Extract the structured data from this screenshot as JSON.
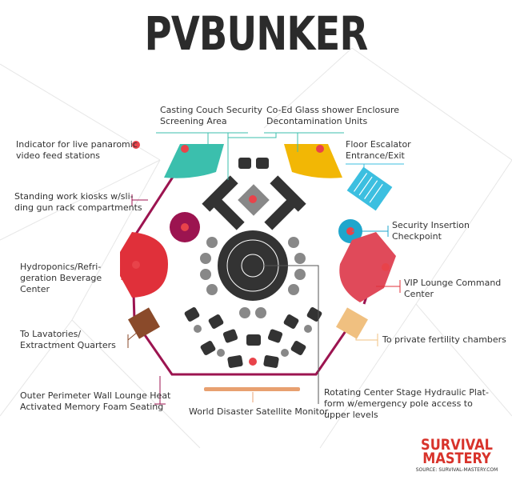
{
  "title": "PVBUNKER",
  "labels": {
    "casting_couch": [
      "Casting Couch Security",
      "Screening Area"
    ],
    "glass_shower": [
      "Co-Ed Glass shower Enclosure",
      "Decontamination Units"
    ],
    "indicator": [
      "Indicator for live panaromic",
      "video feed stations"
    ],
    "escalator": [
      "Floor Escalator",
      "Entrance/Exit"
    ],
    "kiosks": [
      "Standing work kiosks w/sli-",
      "ding gun rack compartments"
    ],
    "security": [
      "Security Insertion",
      "Checkpoint"
    ],
    "hydroponics": [
      "Hydroponics/Refri-",
      "geration Beverage",
      "Center"
    ],
    "vip": [
      "VIP Lounge Command",
      "Center"
    ],
    "lavatories": [
      "To Lavatories/",
      "Extractment Quarters"
    ],
    "fertility": [
      "To private fertility chambers"
    ],
    "perimeter": [
      "Outer Perimeter Wall Lounge Heat",
      "Activated Memory Foam Seating"
    ],
    "monitor": [
      "World Disaster Satellite Monitor"
    ],
    "stage": [
      "Rotating Center Stage Hydraulic Plat-",
      "form w/emergency pole access to",
      "upper levels"
    ]
  },
  "logo": {
    "line1": "SURVIVAL",
    "line2": "MASTERY",
    "source": "SOURCE: SURVIVAL-MASTERY.COM"
  },
  "colors": {
    "wall": "#9c1450",
    "teal": "#3bbfad",
    "yellow": "#f2b705",
    "blue": "#3cbfe0",
    "red": "#e0303a",
    "pink": "#e04a5a",
    "brown": "#8a4a2a",
    "tan": "#f0c080",
    "dark": "#333333",
    "indicator": "#e8434a"
  }
}
